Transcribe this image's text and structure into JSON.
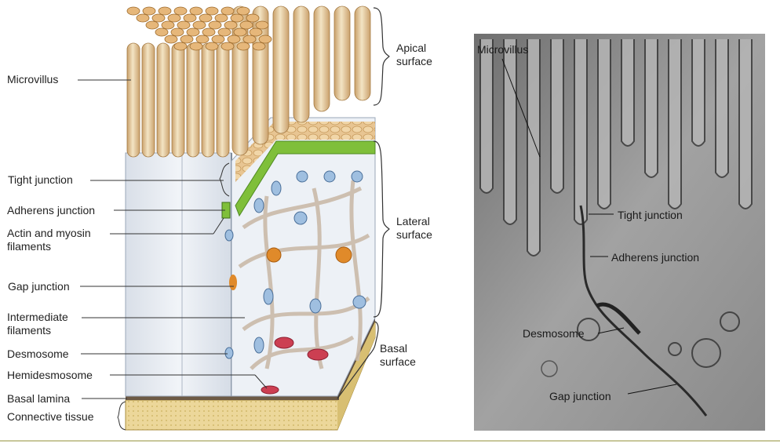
{
  "diagram": {
    "left_labels": {
      "microvillus": "Microvillus",
      "tight_junction": "Tight junction",
      "adherens_junction": "Adherens junction",
      "actin_myosin_1": "Actin and myosin",
      "actin_myosin_2": "filaments",
      "gap_junction": "Gap junction",
      "intermediate_1": "Intermediate",
      "intermediate_2": "filaments",
      "desmosome": "Desmosome",
      "hemidesmosome": "Hemidesmosome",
      "basal_lamina": "Basal lamina",
      "connective_tissue": "Connective tissue"
    },
    "right_labels": {
      "apical_1": "Apical",
      "apical_2": "surface",
      "lateral_1": "Lateral",
      "lateral_2": "surface",
      "basal_1": "Basal",
      "basal_2": "surface"
    }
  },
  "micrograph": {
    "labels": {
      "microvillus": "Microvillus",
      "tight_junction": "Tight junction",
      "adherens_junction": "Adherens junction",
      "desmosome": "Desmosome",
      "gap_junction": "Gap junction"
    }
  },
  "colors": {
    "microvilli": "#e9d3a8",
    "microvilli_shade": "#c9a06a",
    "cytoplasm": "#e6ebf2",
    "tight_junction_band": "#7fbf3a",
    "desmosome_blue": "#9fbfe0",
    "hemidesmosome_red": "#cc3f52",
    "connective_tissue": "#ecd79a",
    "em_background": "#8f8f8f"
  }
}
